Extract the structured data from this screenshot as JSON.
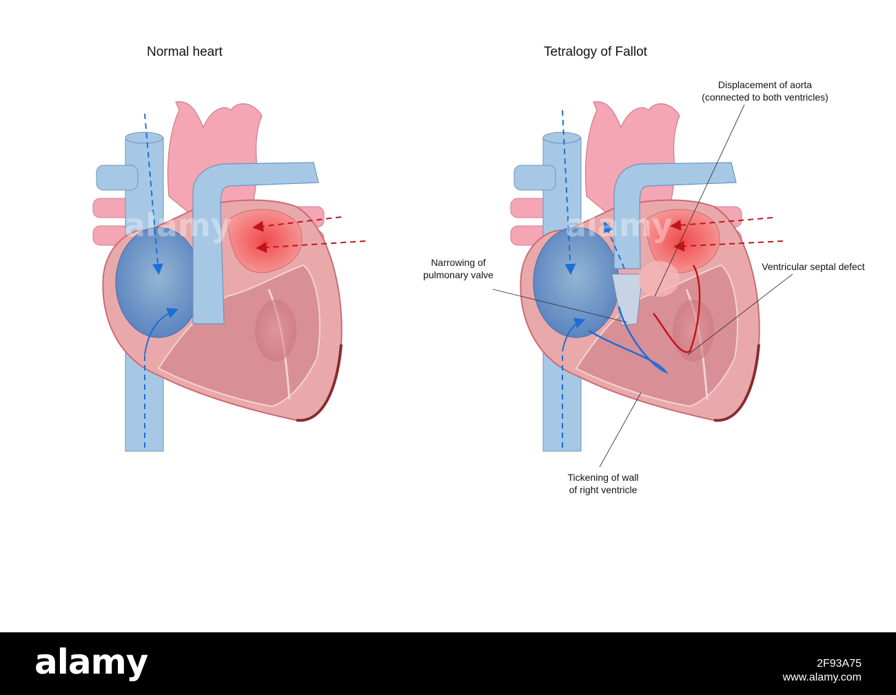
{
  "titles": {
    "normal": "Normal heart",
    "tof": "Tetralogy of Fallot"
  },
  "labels": {
    "aorta_line1": "Displacement of aorta",
    "aorta_line2": "(connected to both ventricles)",
    "pulm_line1": "Narrowing of",
    "pulm_line2": "pulmonary valve",
    "vsd": "Ventricular septal defect",
    "wall_line1": "Tickening of wall",
    "wall_line2": "of right ventricle"
  },
  "watermark": {
    "brand": "alamy",
    "image_id": "2F93A75",
    "url": "www.alamy.com"
  },
  "colors": {
    "vein_blue": "#a6c8e4",
    "artery_pink": "#f2a3b1",
    "myocardium": "#e9a9aa",
    "flow_blue": "#1a6fd8",
    "flow_red": "#c0141d"
  }
}
